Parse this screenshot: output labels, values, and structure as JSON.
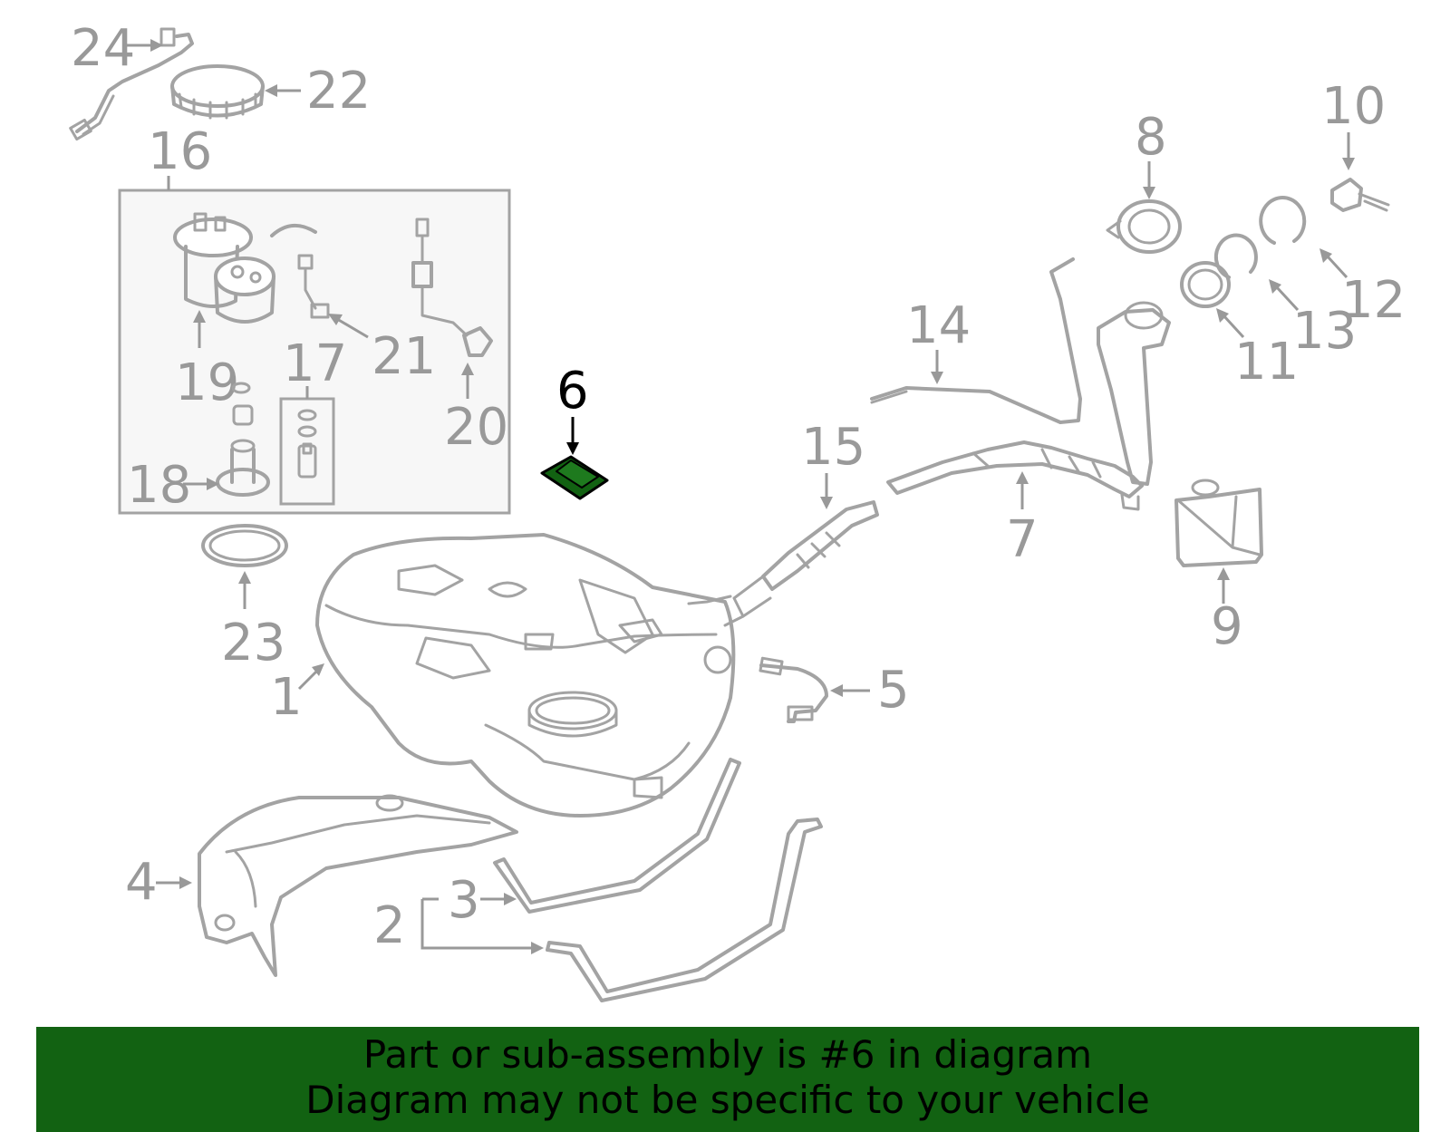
{
  "diagram": {
    "highlight_color": "#126212",
    "line_color": "#a3a3a3",
    "labels": {
      "c1": "1",
      "c2": "2",
      "c3": "3",
      "c4": "4",
      "c5": "5",
      "c6": "6",
      "c7": "7",
      "c8": "8",
      "c9": "9",
      "c10": "10",
      "c11": "11",
      "c12": "12",
      "c13": "13",
      "c14": "14",
      "c15": "15",
      "c16": "16",
      "c17": "17",
      "c18": "18",
      "c19": "19",
      "c20": "20",
      "c21": "21",
      "c22": "22",
      "c23": "23",
      "c24": "24"
    },
    "highlighted_callout": "6"
  },
  "banner": {
    "line1": "Part or sub-assembly is #6 in diagram",
    "line2": "Diagram may not be specific to your vehicle",
    "background": "#126212"
  }
}
